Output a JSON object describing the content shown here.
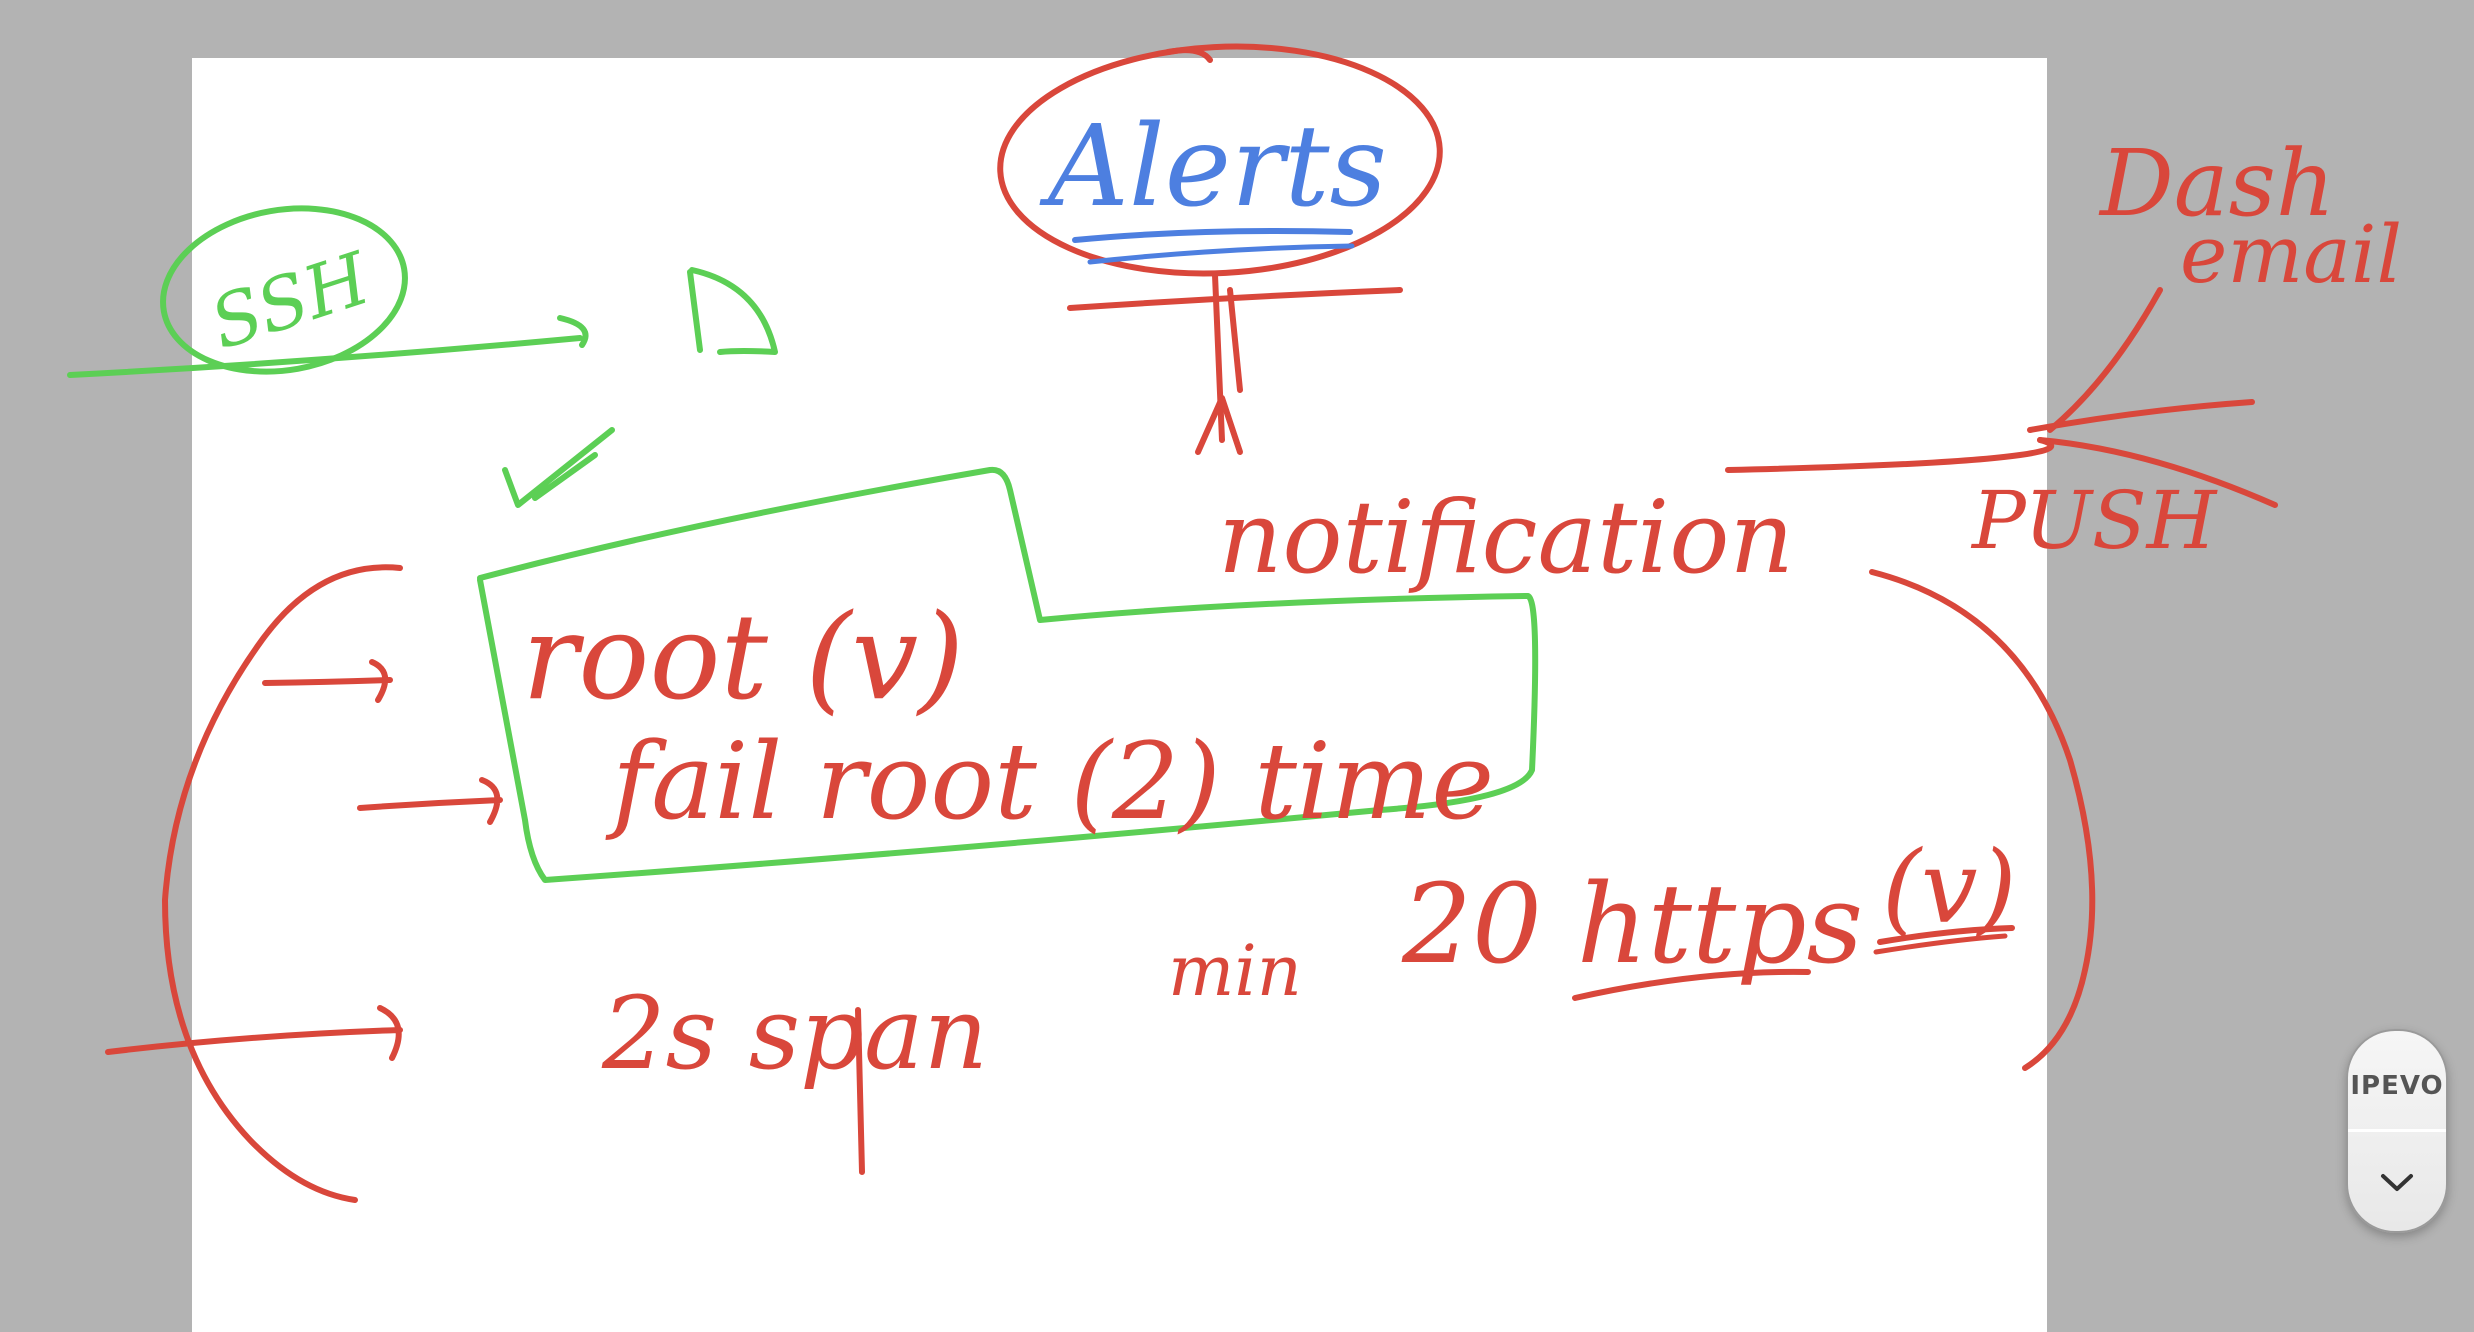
{
  "whiteboard": {
    "title": "Alerts",
    "notification_label": "notification",
    "ssh_label": "SSH",
    "push_label": "PUSH",
    "dash_label": "Dash",
    "email_label": "email",
    "root_line": "root (v)",
    "fail_root_line": "fail root (2) time",
    "span_line": "2s span",
    "min_label": "min",
    "https_line": "20 https",
    "https_mark": "(v)"
  },
  "widget": {
    "logo": "IPEVO",
    "toggle_icon": "chevron-down-icon"
  },
  "colors": {
    "background": "#b3b3b3",
    "page": "#ffffff",
    "red_ink": "#d9473b",
    "green_ink": "#5ccf55",
    "blue_ink": "#4d7fe0"
  }
}
